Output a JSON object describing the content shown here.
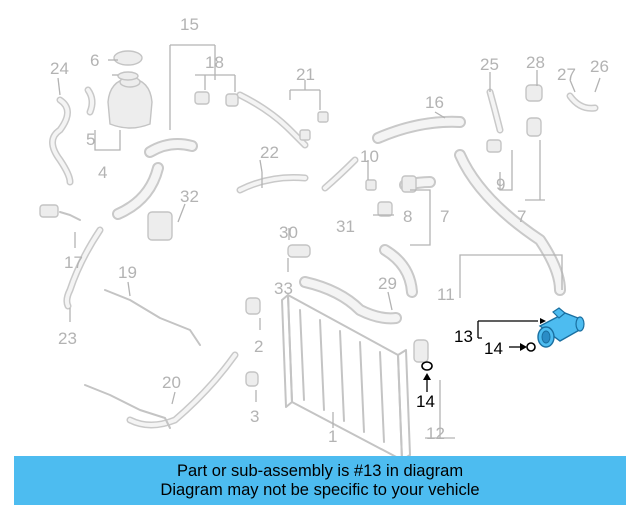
{
  "callouts": {
    "c1": "1",
    "c2": "2",
    "c3": "3",
    "c4": "4",
    "c5": "5",
    "c6": "6",
    "c7a": "7",
    "c7b": "7",
    "c8": "8",
    "c9": "9",
    "c10": "10",
    "c11": "11",
    "c12": "12",
    "c13": "13",
    "c14a": "14",
    "c14b": "14",
    "c15": "15",
    "c16": "16",
    "c17": "17",
    "c18": "18",
    "c19": "19",
    "c20": "20",
    "c21": "21",
    "c22": "22",
    "c23": "23",
    "c24": "24",
    "c25": "25",
    "c26": "26",
    "c27": "27",
    "c28": "28",
    "c29": "29",
    "c30": "30",
    "c31": "31",
    "c32": "32",
    "c33": "33"
  },
  "highlight": {
    "part_number": "13",
    "color": "#4dbcf0"
  },
  "banner": {
    "line1": "Part or sub-assembly is #13 in diagram",
    "line2": "Diagram may not be specific to your vehicle",
    "color": "#4dbcf0"
  }
}
